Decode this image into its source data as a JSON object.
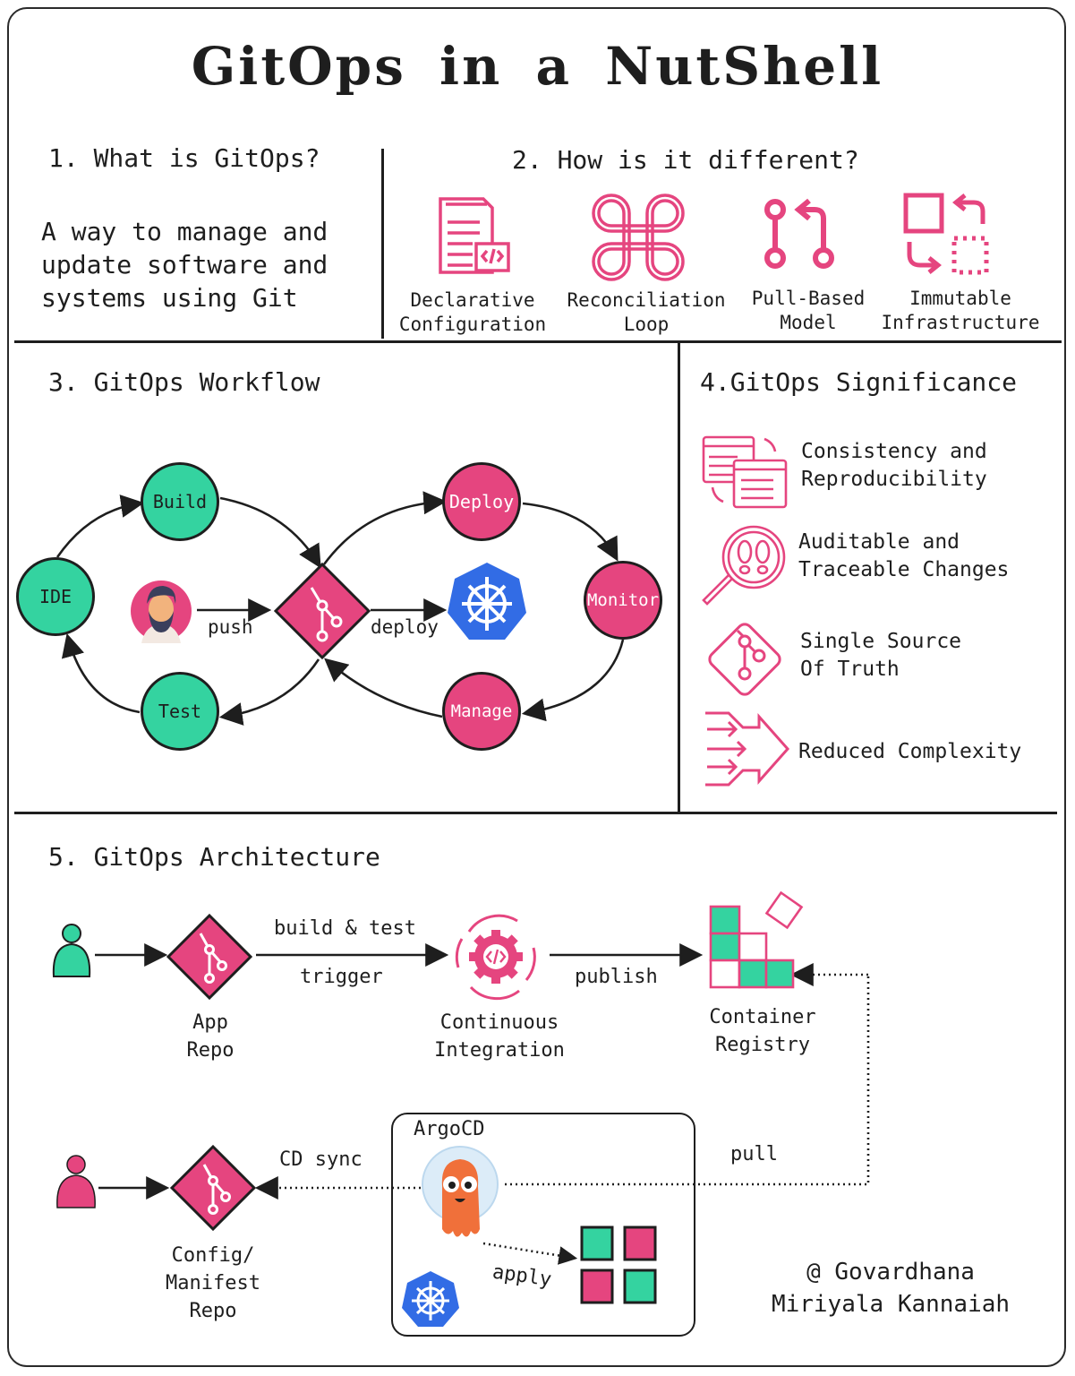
{
  "title": "GitOps in a NutShell",
  "colors": {
    "pink": "#e5457f",
    "green": "#34d3a0",
    "k8s_blue": "#326ce5",
    "ink": "#1e1e1e"
  },
  "section1": {
    "heading": "1. What is GitOps?",
    "body": "A way to manage and\nupdate software and\nsystems using Git"
  },
  "section2": {
    "heading": "2. How is it different?",
    "items": [
      {
        "icon": "code-document-icon",
        "label": "Declarative\nConfiguration"
      },
      {
        "icon": "command-loop-icon",
        "label": "Reconciliation\nLoop"
      },
      {
        "icon": "pull-request-icon",
        "label": "Pull-Based\nModel"
      },
      {
        "icon": "swap-boxes-icon",
        "label": "Immutable\nInfrastructure"
      }
    ]
  },
  "section3": {
    "heading": "3. GitOps Workflow",
    "nodes": {
      "ide": "IDE",
      "build": "Build",
      "test": "Test",
      "deploy": "Deploy",
      "monitor": "Monitor",
      "manage": "Manage"
    },
    "push_label": "push",
    "deploy_label": "deploy"
  },
  "section4": {
    "heading": "4.GitOps Significance",
    "items": [
      {
        "icon": "sync-windows-icon",
        "label": "Consistency and\nReproducibility"
      },
      {
        "icon": "footprints-magnifier-icon",
        "label": "Auditable and\nTraceable Changes"
      },
      {
        "icon": "git-diamond-icon",
        "label": "Single Source\nOf Truth"
      },
      {
        "icon": "merge-arrows-icon",
        "label": "Reduced Complexity"
      }
    ]
  },
  "section5": {
    "heading": "5. GitOps Architecture",
    "app_repo": "App\nRepo",
    "build_test": "build & test",
    "trigger": "trigger",
    "ci": "Continuous\nIntegration",
    "publish": "publish",
    "registry": "Container\nRegistry",
    "pull": "pull",
    "argocd": "ArgoCD",
    "cd_sync": "CD sync",
    "apply": "apply",
    "config_repo": "Config/\nManifest\nRepo"
  },
  "credit": "@ Govardhana\nMiriyala Kannaiah"
}
